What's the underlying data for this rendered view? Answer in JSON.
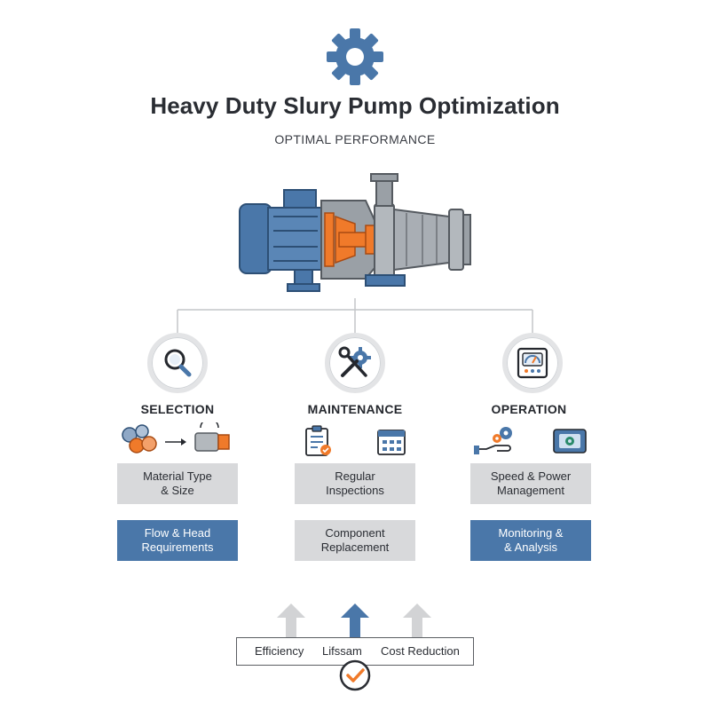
{
  "header": {
    "title": "Heavy Duty Slury Pump Optimization",
    "subtitle": "OPTIMAL PERFORMANCE"
  },
  "columns": [
    {
      "title": "SELECTION",
      "icon": "magnifier-icon",
      "boxes": [
        {
          "label": "Material Type\n& Size",
          "style": "grey"
        },
        {
          "label": "Flow & Head\nRequirements",
          "style": "blue"
        }
      ]
    },
    {
      "title": "MAINTENANCE",
      "icon": "wrench-gear-icon",
      "boxes": [
        {
          "label": "Regular\nInspections",
          "style": "grey"
        },
        {
          "label": "Component\nReplacement",
          "style": "grey"
        }
      ]
    },
    {
      "title": "OPERATION",
      "icon": "gauge-panel-icon",
      "boxes": [
        {
          "label": "Speed & Power\nManagement",
          "style": "grey"
        },
        {
          "label": "Monitoring &\n& Analysis",
          "style": "blue"
        }
      ]
    }
  ],
  "outcomes": {
    "items": [
      "Efficiency",
      "Lifssam",
      "Cost Reduction"
    ]
  },
  "colors": {
    "accent_blue": "#4a77a9",
    "accent_orange": "#f07a2a",
    "grey_box": "#d8d9db",
    "arrow_grey": "#d2d3d5"
  }
}
